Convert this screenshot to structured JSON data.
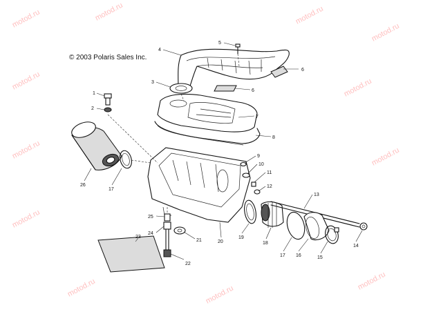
{
  "copyright": "© 2003 Polaris Sales Inc.",
  "watermark": "motod.ru",
  "callouts": {
    "c1": "1",
    "c2": "2",
    "c3": "3",
    "c4": "4",
    "c5": "5",
    "c6a": "6",
    "c6b": "6",
    "c7": "7",
    "c8": "8",
    "c9": "9",
    "c10": "10",
    "c11": "11",
    "c12": "12",
    "c13": "13",
    "c14": "14",
    "c15": "15",
    "c16": "16",
    "c17a": "17",
    "c17b": "17",
    "c18": "18",
    "c19": "19",
    "c20": "20",
    "c21": "21",
    "c22": "22",
    "c23": "23",
    "c24": "24",
    "c25": "25",
    "c26": "26"
  }
}
